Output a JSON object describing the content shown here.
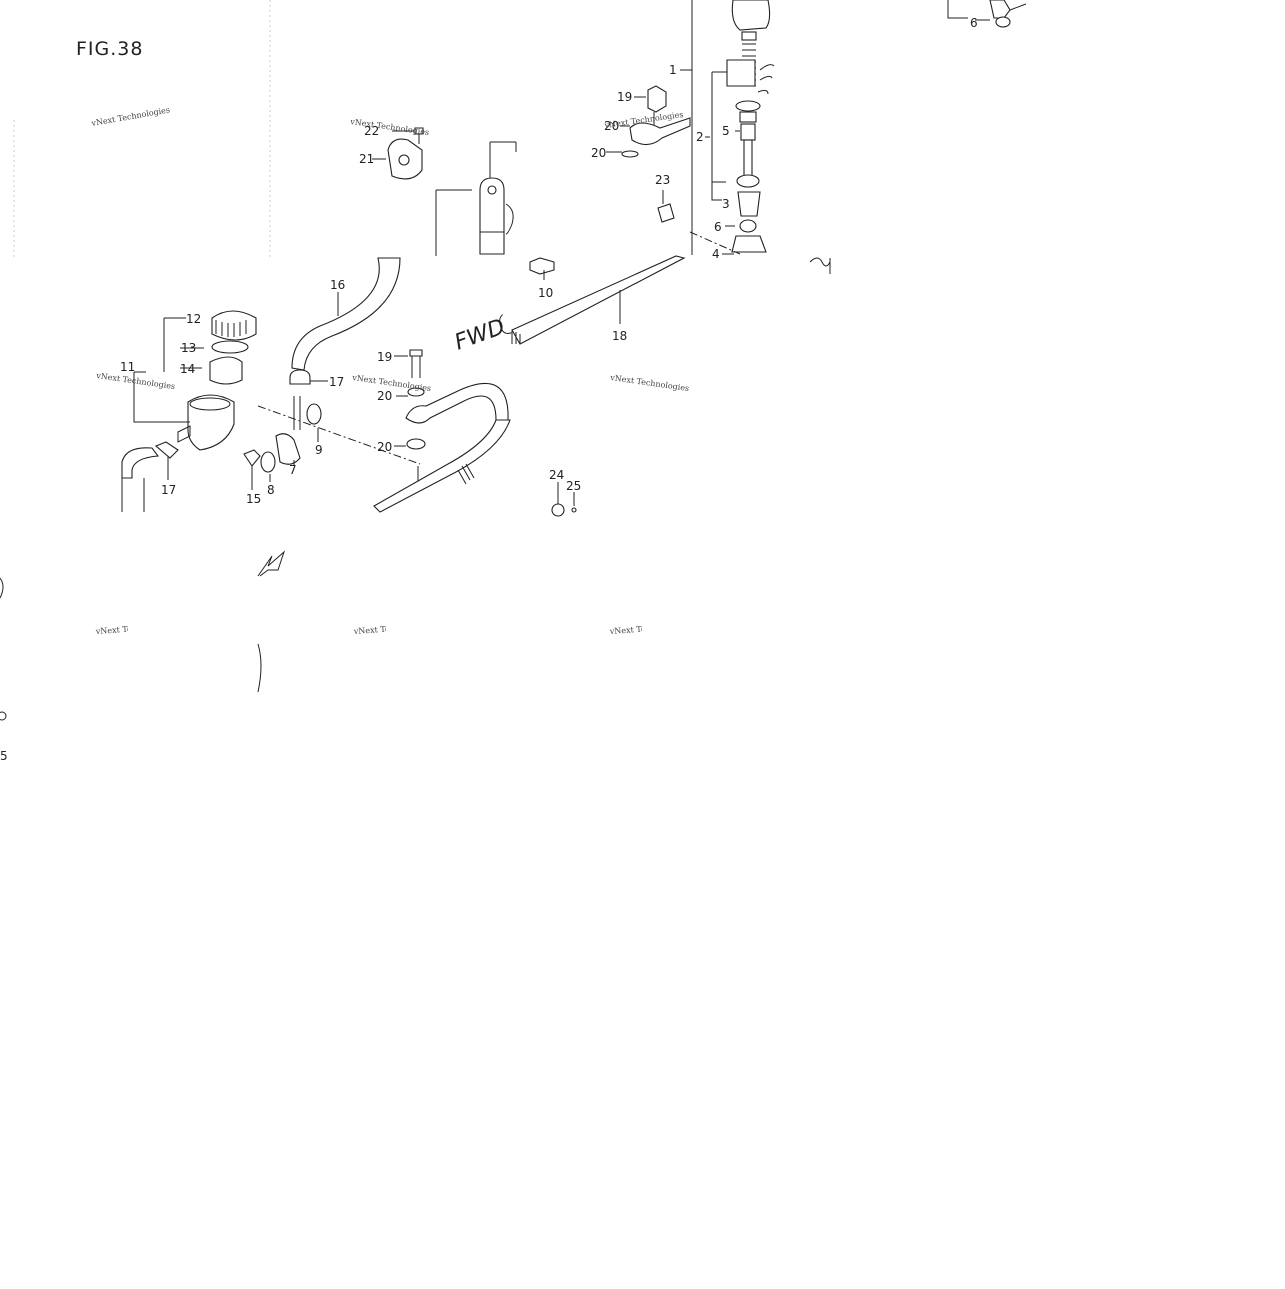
{
  "figure": {
    "title": "FIG.38"
  },
  "watermark": {
    "text": "vNext Technologies"
  },
  "fwd_label": "FWD",
  "callouts": [
    {
      "id": "c1",
      "label": "1"
    },
    {
      "id": "c2",
      "label": "2"
    },
    {
      "id": "c3",
      "label": "3"
    },
    {
      "id": "c4",
      "label": "4"
    },
    {
      "id": "c5",
      "label": "5"
    },
    {
      "id": "c6a",
      "label": "6"
    },
    {
      "id": "c6b",
      "label": "6"
    },
    {
      "id": "c7",
      "label": "7"
    },
    {
      "id": "c8",
      "label": "8"
    },
    {
      "id": "c9",
      "label": "9"
    },
    {
      "id": "c10",
      "label": "10"
    },
    {
      "id": "c11",
      "label": "11"
    },
    {
      "id": "c12",
      "label": "12"
    },
    {
      "id": "c13",
      "label": "13"
    },
    {
      "id": "c14",
      "label": "14"
    },
    {
      "id": "c15",
      "label": "15"
    },
    {
      "id": "c16",
      "label": "16"
    },
    {
      "id": "c17a",
      "label": "17"
    },
    {
      "id": "c17b",
      "label": "17"
    },
    {
      "id": "c18",
      "label": "18"
    },
    {
      "id": "c19a",
      "label": "19"
    },
    {
      "id": "c19b",
      "label": "19"
    },
    {
      "id": "c20a",
      "label": "20"
    },
    {
      "id": "c20b",
      "label": "20"
    },
    {
      "id": "c20c",
      "label": "20"
    },
    {
      "id": "c20d",
      "label": "20"
    },
    {
      "id": "c21",
      "label": "21"
    },
    {
      "id": "c22",
      "label": "22"
    },
    {
      "id": "c23",
      "label": "23"
    },
    {
      "id": "c24",
      "label": "24"
    },
    {
      "id": "c25",
      "label": "25"
    },
    {
      "id": "c5b",
      "label": "5"
    }
  ],
  "colors": {
    "line": "#222222",
    "background": "#ffffff",
    "watermark": "#bbbbbb"
  }
}
